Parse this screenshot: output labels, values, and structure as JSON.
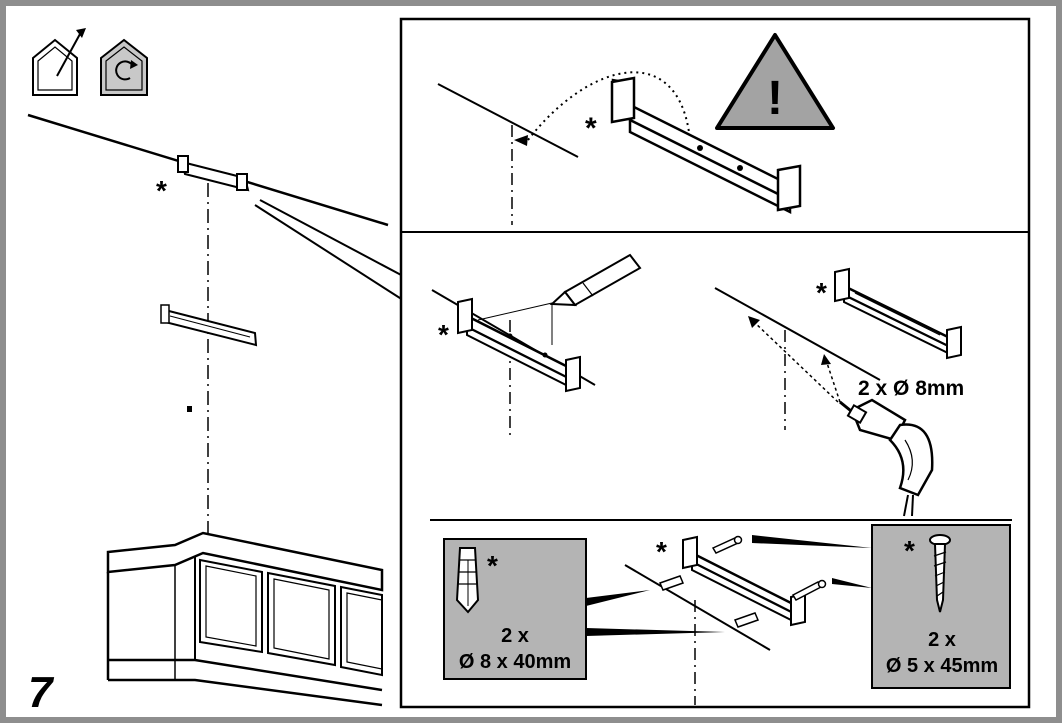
{
  "step_number": "7",
  "asterisk": "*",
  "warning_symbol": "!",
  "icons": {
    "ducted": "house-duct-out-icon",
    "recirculation": "house-recirculation-icon"
  },
  "drill_spec": "2 x Ø 8mm",
  "wall_plugs": {
    "quantity": "2 x",
    "size": "Ø 8 x 40mm"
  },
  "screws": {
    "quantity": "2 x",
    "size": "Ø 5 x 45mm"
  },
  "colors": {
    "frame": "#8e8e8e",
    "line": "#000000",
    "panel_gray": "#b4b4b4",
    "warning_fill": "#a3a3a3"
  }
}
